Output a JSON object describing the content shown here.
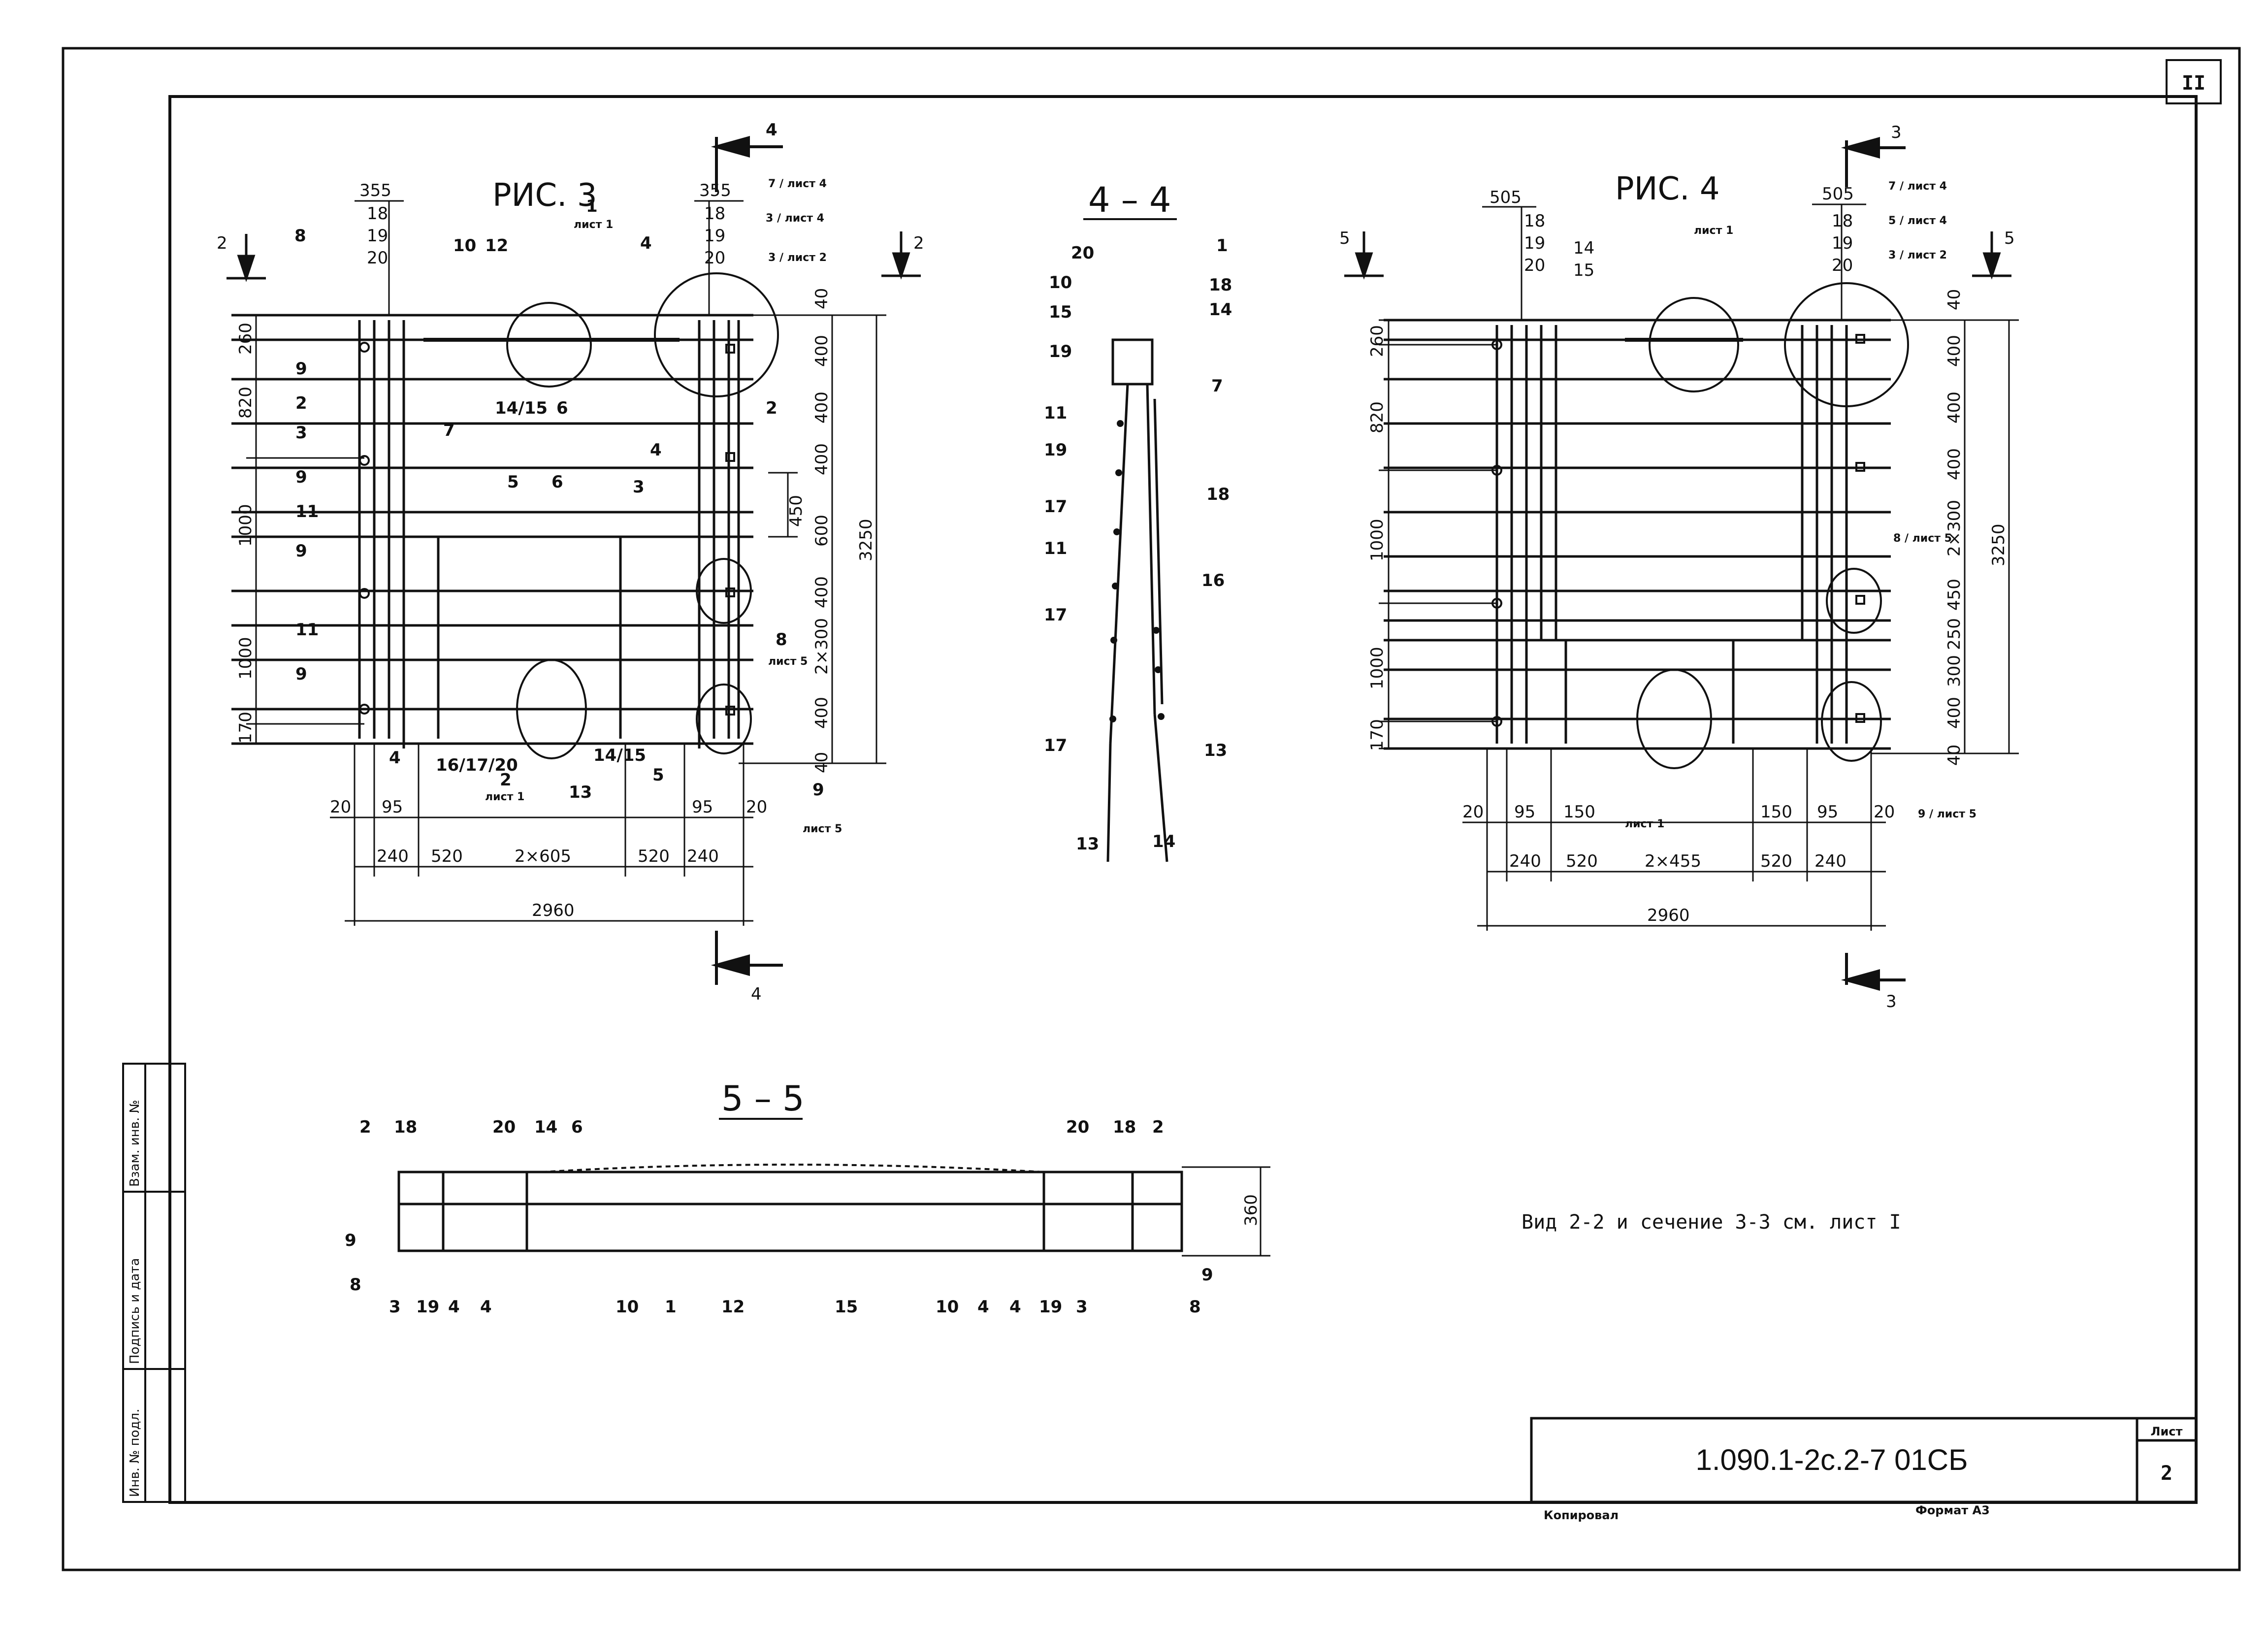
{
  "sheet": {
    "corner_number": "II",
    "code": "1.090.1-2с.2-7  01СБ",
    "sheet_label": "Лист",
    "sheet_number": "2",
    "copied_by": "Копировал",
    "format": "Формат А3",
    "note": "Вид 2-2 и сечение 3-3 см. лист I",
    "side_stamp": [
      "Инв. № подл.",
      "Подпись и дата",
      "Взам. инв. №"
    ]
  },
  "fig3": {
    "title": "РИС. 3",
    "section_marks": {
      "top": "4",
      "bottom": "4",
      "left": "2",
      "right": "2"
    },
    "left_dims": [
      "260",
      "820",
      "1000",
      "1000",
      "170"
    ],
    "right_dims": [
      "40",
      "400",
      "400",
      "400",
      "450",
      "600",
      "400",
      "2×300",
      "400",
      "40"
    ],
    "overall_height": "3250",
    "top_dims": [
      "355",
      "355"
    ],
    "bottom_dims_row1": [
      "20",
      "95",
      "95",
      "20"
    ],
    "bottom_dims_row2": [
      "240",
      "520",
      "2×605",
      "520",
      "240"
    ],
    "overall_width": "2960",
    "callouts": [
      "8",
      "10",
      "12",
      "1",
      "4",
      "9",
      "2",
      "3",
      "9",
      "11",
      "9",
      "11",
      "9",
      "7",
      "5",
      "6",
      "3",
      "4",
      "2",
      "14/15",
      "6",
      "4",
      "16/17/20",
      "2",
      "13",
      "14/15",
      "5",
      "8",
      "9"
    ],
    "top_stack_left": [
      "18",
      "19",
      "20"
    ],
    "top_stack_right": [
      "18",
      "19",
      "20"
    ],
    "sheet_refs": {
      "r1": "лист 1",
      "r7": "7 / лист 4",
      "r3": "3 / лист 4",
      "r3b": "3 / лист 2",
      "r8": "лист 5",
      "r9": "лист 5",
      "r2": "лист 1"
    }
  },
  "fig4": {
    "title": "РИС. 4",
    "section_marks": {
      "top": "3",
      "bottom": "3",
      "left": "5",
      "right": "5"
    },
    "left_dims": [
      "260",
      "820",
      "1000",
      "1000",
      "170"
    ],
    "right_dims": [
      "40",
      "400",
      "400",
      "400",
      "2×300",
      "450",
      "250",
      "300",
      "400",
      "40"
    ],
    "overall_height": "3250",
    "top_dims": [
      "505",
      "505"
    ],
    "bottom_dims_row1": [
      "20",
      "95",
      "150",
      "150",
      "95",
      "20"
    ],
    "bottom_dims_row2": [
      "240",
      "520",
      "2×455",
      "520",
      "240"
    ],
    "overall_width": "2960",
    "top_stack_left": [
      "18",
      "19",
      "20"
    ],
    "top_stack_right": [
      "18",
      "19",
      "20"
    ],
    "top_stack_mid": [
      "14",
      "15"
    ],
    "sheet_refs": {
      "r1": "лист 1",
      "r7": "7 / лист 4",
      "r5": "5 / лист 4",
      "r3": "3 / лист 2",
      "r8": "8 / лист 5",
      "r9": "9 / лист 5",
      "r2": "лист 1"
    }
  },
  "sec44": {
    "title": "4 – 4",
    "callouts": [
      "20",
      "1",
      "10",
      "18",
      "15",
      "14",
      "19",
      "7",
      "11",
      "19",
      "18",
      "17",
      "16",
      "11",
      "17",
      "17",
      "13",
      "13",
      "14"
    ]
  },
  "sec55": {
    "title": "5 – 5",
    "height_dim": "360",
    "top_callouts": [
      "2",
      "18",
      "20",
      "14",
      "6",
      "20",
      "18",
      "2"
    ],
    "bottom_callouts": [
      "9",
      "8",
      "3",
      "19",
      "4",
      "4",
      "10",
      "1",
      "12",
      "15",
      "10",
      "4",
      "4",
      "19",
      "3",
      "8",
      "9"
    ]
  },
  "colors": {
    "ink": "#111111",
    "paper": "#ffffff"
  }
}
